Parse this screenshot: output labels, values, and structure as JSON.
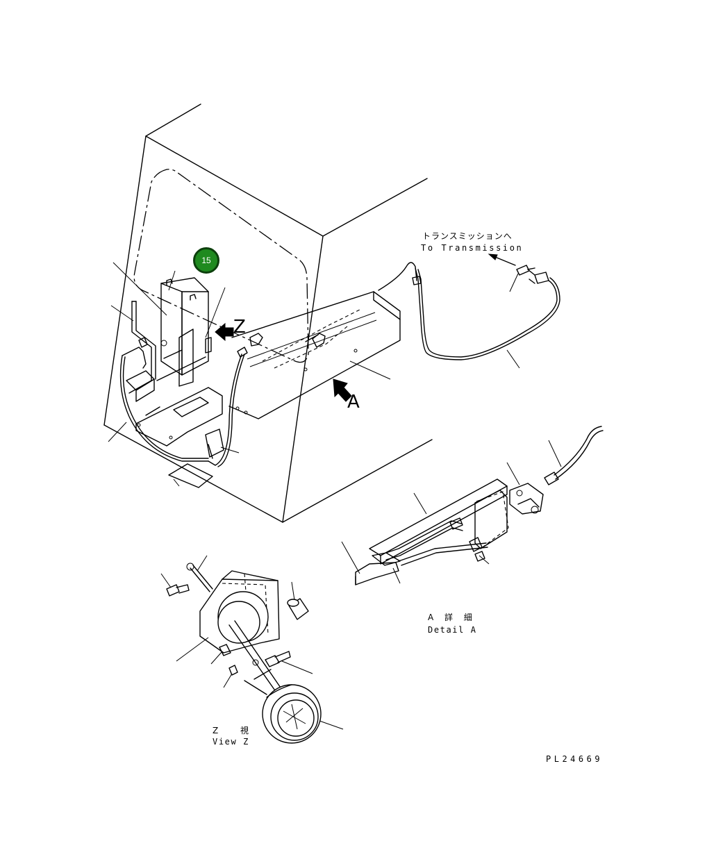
{
  "callout": {
    "number": "15"
  },
  "labels": {
    "to_transmission_jp": "トランスミッションへ",
    "to_transmission_en": "To Transmission",
    "arrow_z": "Z",
    "arrow_a": "A",
    "detail_a_jp": "A 詳 細",
    "detail_a_en": "Detail A",
    "view_z_jp": "Z 視",
    "view_z_en": "View Z",
    "drawing_number": "PL24669"
  }
}
